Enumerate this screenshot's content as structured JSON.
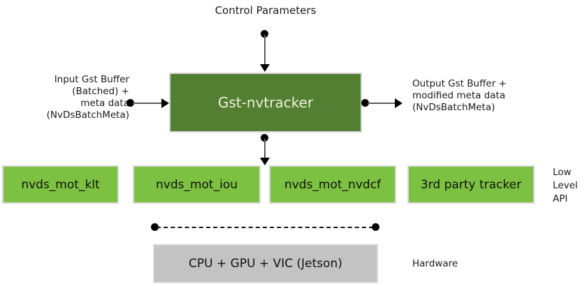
{
  "diagram": {
    "control_parameters_label": "Control Parameters",
    "main_box_label": "Gst-nvtracker",
    "input_label": {
      "line1": "Input Gst Buffer",
      "line2": "(Batched) +",
      "line3": "meta data",
      "line4": "(NvDsBatchMeta)"
    },
    "output_label": {
      "line1": "Output Gst Buffer +",
      "line2": "modified meta data",
      "line3": "(NvDsBatchMeta)"
    },
    "low_level_boxes": [
      "nvds_mot_klt",
      "nvds_mot_iou",
      "nvds_mot_nvdcf",
      "3rd party tracker"
    ],
    "api_label": {
      "line1": "Low",
      "line2": "Level",
      "line3": "API"
    },
    "hardware_box_label": "CPU + GPU + VIC (Jetson)",
    "hardware_label": "Hardware"
  },
  "colors": {
    "main_box_green": "#527F31",
    "tracker_green": "#7CC142",
    "hardware_gray": "#C3C3C3",
    "line_gray": "#595959",
    "text_cream": "#F1EFDE"
  }
}
